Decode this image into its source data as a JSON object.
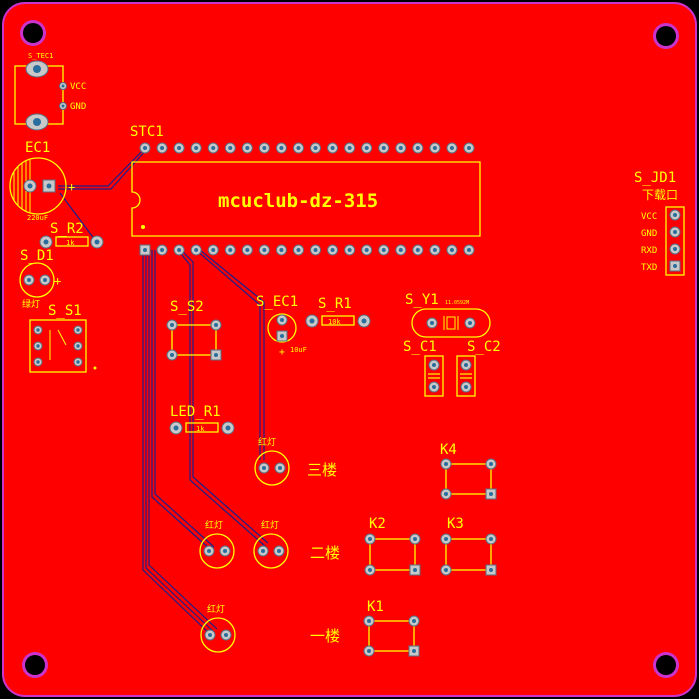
{
  "board": {
    "chip_label": "mcuclub-dz-315",
    "colors": {
      "copper": "#ff0000",
      "silk": "#ffff00",
      "trace": "#1e1e8c",
      "edge": "#cc33cc",
      "pad": "#c8c8c8",
      "hole": "#2a6e9e"
    }
  },
  "components": {
    "s_tec1": "S_TEC1",
    "vcc": "VCC",
    "gnd": "GND",
    "ec1": "EC1",
    "ec1_value": "220uF",
    "plus": "+",
    "stc1": "STC1",
    "s_r2": "S_R2",
    "s_r2_value": "1k",
    "s_d1": "S_D1",
    "s_d1_note": "绿灯",
    "s_s1": "S_S1",
    "s_s2": "S_S2",
    "s_ec1": "S_EC1",
    "s_ec1_value": "10uF",
    "s_r1": "S_R1",
    "s_r1_value": "10k",
    "s_y1": "S_Y1",
    "s_y1_value": "11.0592M",
    "s_c1": "S_C1",
    "s_c2": "S_C2",
    "s_jd1": "S_JD1",
    "download": "下载口",
    "jd_vcc": "VCC",
    "jd_gnd": "GND",
    "jd_rxd": "RXD",
    "jd_txd": "TXD",
    "led_r1": "LED_R1",
    "led_r1_value": "1k",
    "red_led": "红灯",
    "floor3": "三楼",
    "floor2": "二楼",
    "floor1": "一楼",
    "k1": "K1",
    "k2": "K2",
    "k3": "K3",
    "k4": "K4"
  }
}
